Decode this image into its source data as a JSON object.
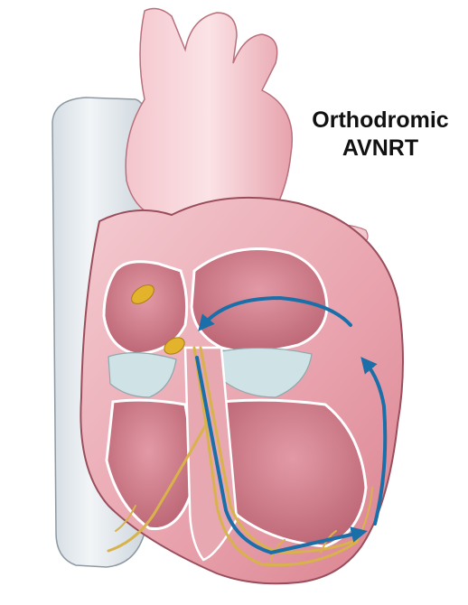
{
  "diagram": {
    "label_line1": "Orthodromic",
    "label_line2": "AVNRT"
  },
  "colors": {
    "vena_cava": "#e7ecf0",
    "heart_tissue": "#e9a7b1",
    "heart_light": "#f6d3d8",
    "chamber_interior": "#c9707f",
    "valve": "#cfe3e6",
    "conduction_path": "#d8b24a",
    "nodes": "#e3b32c",
    "reentry_arrow": "#1b6fa8"
  },
  "icons": {
    "arrow": "arrowhead"
  }
}
